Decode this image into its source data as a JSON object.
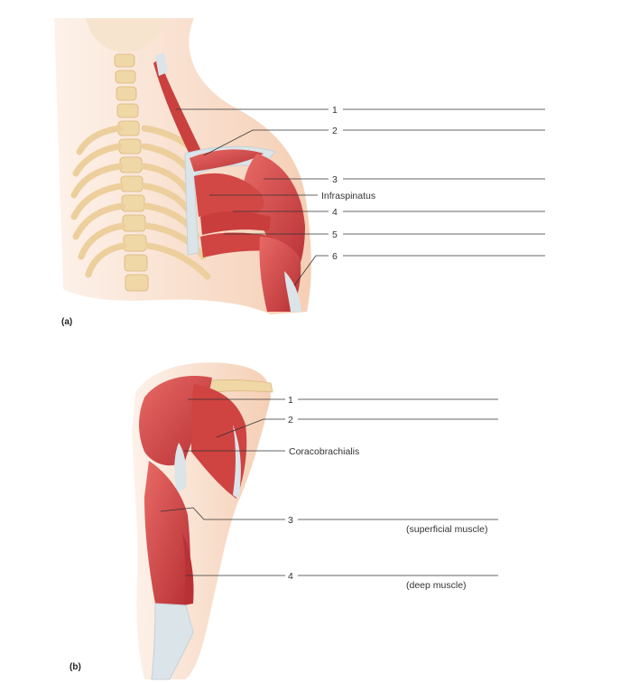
{
  "panel_a": {
    "letter": "(a)",
    "labels": [
      "1",
      "2",
      "3",
      "Infraspinatus",
      "4",
      "5",
      "6"
    ]
  },
  "panel_b": {
    "letter": "(b)",
    "labels": [
      "1",
      "2",
      "Coracobrachialis",
      "3",
      "4"
    ],
    "notes": [
      "(superficial muscle)",
      "(deep muscle)"
    ]
  },
  "colors": {
    "muscle": "#d94a4a",
    "muscle_dark": "#b52f33",
    "skin": "#f8ddc8",
    "bone": "#f3dcb0",
    "tendon": "#dbe4e8",
    "line": "#333333"
  }
}
